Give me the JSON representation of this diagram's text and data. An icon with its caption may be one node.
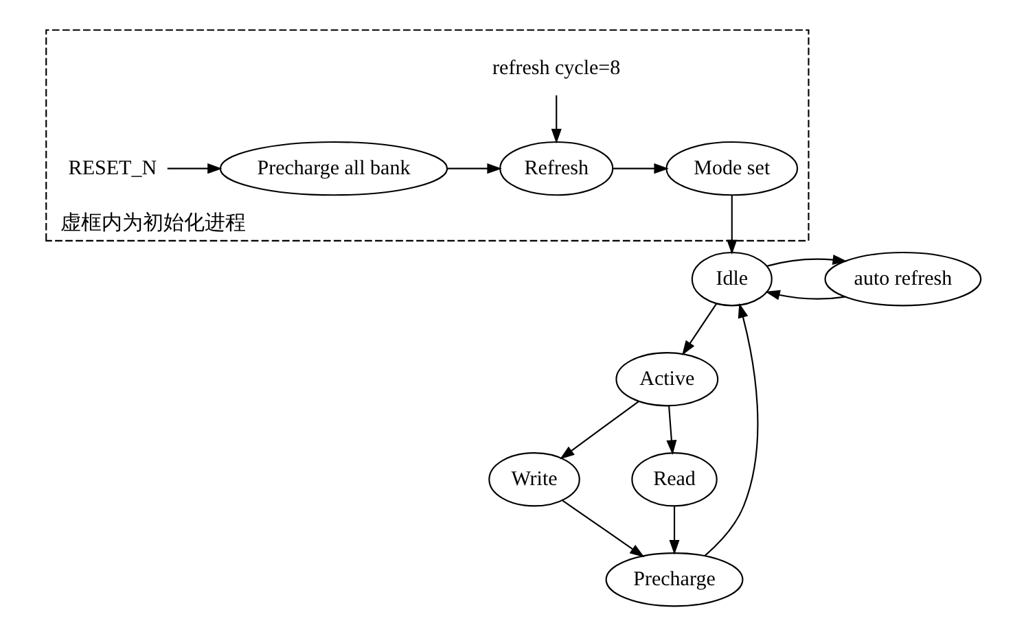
{
  "diagram": {
    "nodes": [
      {
        "text": [
          "虚框内为初始化进程"
        ]
      },
      {
        "text": [
          "refresh cycle=8"
        ],
        "in": 0
      },
      {
        "text": [
          "RESET_N"
        ],
        "in": 0
      },
      {
        "text": [
          "Precharge all bank"
        ],
        "in": 0
      },
      {
        "text": [
          "Refresh"
        ],
        "in": 0
      },
      {
        "text": [
          "Mode set"
        ],
        "in": 0
      },
      {
        "text": [
          "auto refresh"
        ]
      },
      {
        "text": [
          "Idle"
        ]
      },
      {
        "text": [
          "Active"
        ]
      },
      {
        "text": [
          "Write"
        ]
      },
      {
        "text": [
          "Read"
        ]
      },
      {
        "text": [
          "Precharge"
        ]
      }
    ],
    "edges": [
      {
        "from": 2,
        "to": 3,
        "arrow": "to"
      },
      {
        "from": 3,
        "to": 4,
        "arrow": "to"
      },
      {
        "from": 1,
        "to": 4,
        "arrow": "to"
      },
      {
        "from": 4,
        "to": 5,
        "arrow": "to"
      },
      {
        "from": 5,
        "to": 7,
        "arrow": "to"
      },
      {
        "from": 6,
        "to": 7,
        "arrow": "to"
      },
      {
        "from": 7,
        "to": 6,
        "arrow": "to"
      },
      {
        "from": 7,
        "to": 8,
        "arrow": "to"
      },
      {
        "from": 8,
        "to": 9,
        "arrow": "to"
      },
      {
        "from": 8,
        "to": 10,
        "arrow": "to"
      },
      {
        "from": 9,
        "to": 11,
        "arrow": "to"
      },
      {
        "from": 10,
        "to": 11,
        "arrow": "to"
      },
      {
        "from": 11,
        "to": 7,
        "arrow": "to"
      }
    ]
  }
}
